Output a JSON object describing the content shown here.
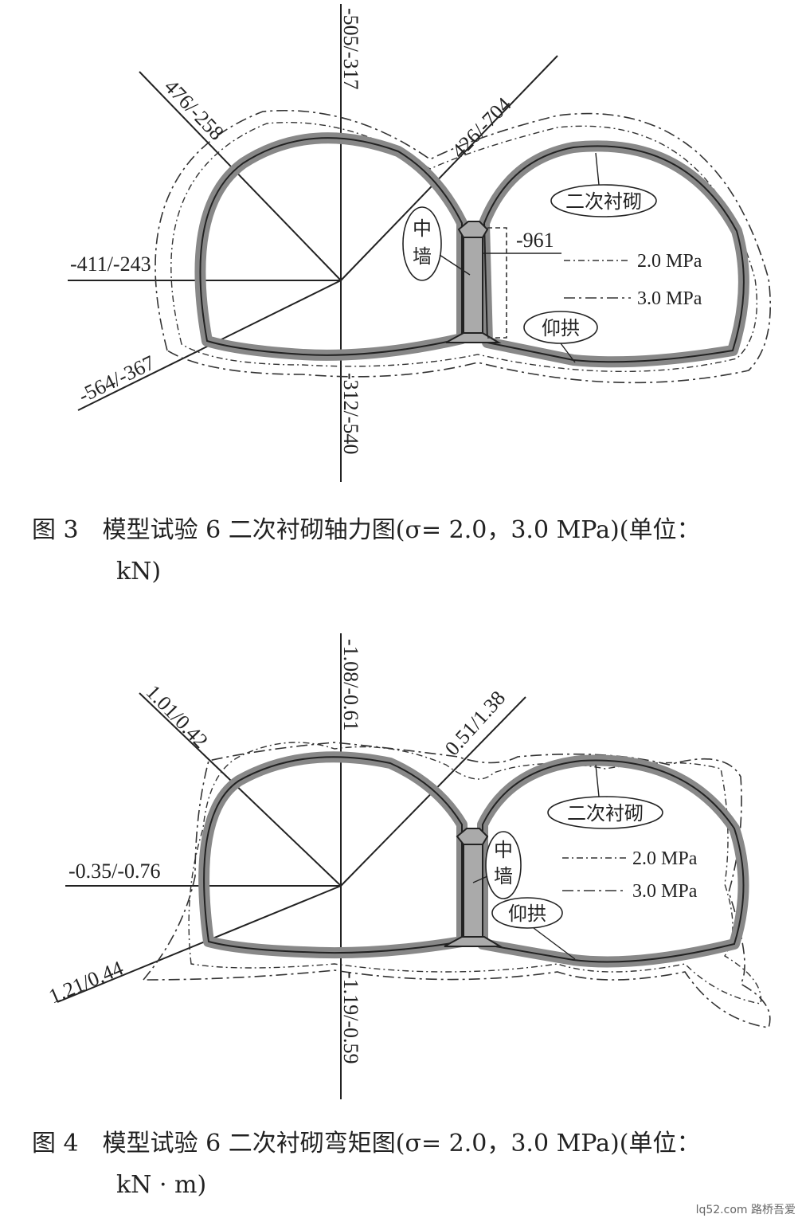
{
  "figure3": {
    "labels": {
      "top": "-505/-317",
      "upper_left": "476/-258",
      "upper_right": "426/-704",
      "left": "-411/-243",
      "lower_left": "-564/-367",
      "bottom": "-312/-540",
      "mid_wall": "-961"
    },
    "legend": {
      "line1": "2.0 MPa",
      "line2": "3.0 MPa"
    },
    "callouts": {
      "lining": "二次衬砌",
      "wall_1": "中",
      "wall_2": "墙",
      "invert": "仰拱"
    },
    "caption_line1": "图 3　模型试验 6 二次衬砌轴力图(σ= 2.0，3.0 MPa)(单位：",
    "caption_line2": "kN)"
  },
  "figure4": {
    "labels": {
      "top": "-1.08/-0.61",
      "upper_left": "1.01/0.42",
      "upper_right": "0.51/1.38",
      "left": "-0.35/-0.76",
      "lower_left": "1.21/0.44",
      "bottom": "-1.19/-0.59"
    },
    "legend": {
      "line1": "2.0 MPa",
      "line2": "3.0 MPa"
    },
    "callouts": {
      "lining": "二次衬砌",
      "wall_1": "中",
      "wall_2": "墙",
      "invert": "仰拱"
    },
    "caption_line1": "图 4　模型试验 6 二次衬砌弯矩图(σ= 2.0，3.0 MPa)(单位：",
    "caption_line2": "kN · m)"
  },
  "watermark": "lq52.com 路桥吾爱"
}
